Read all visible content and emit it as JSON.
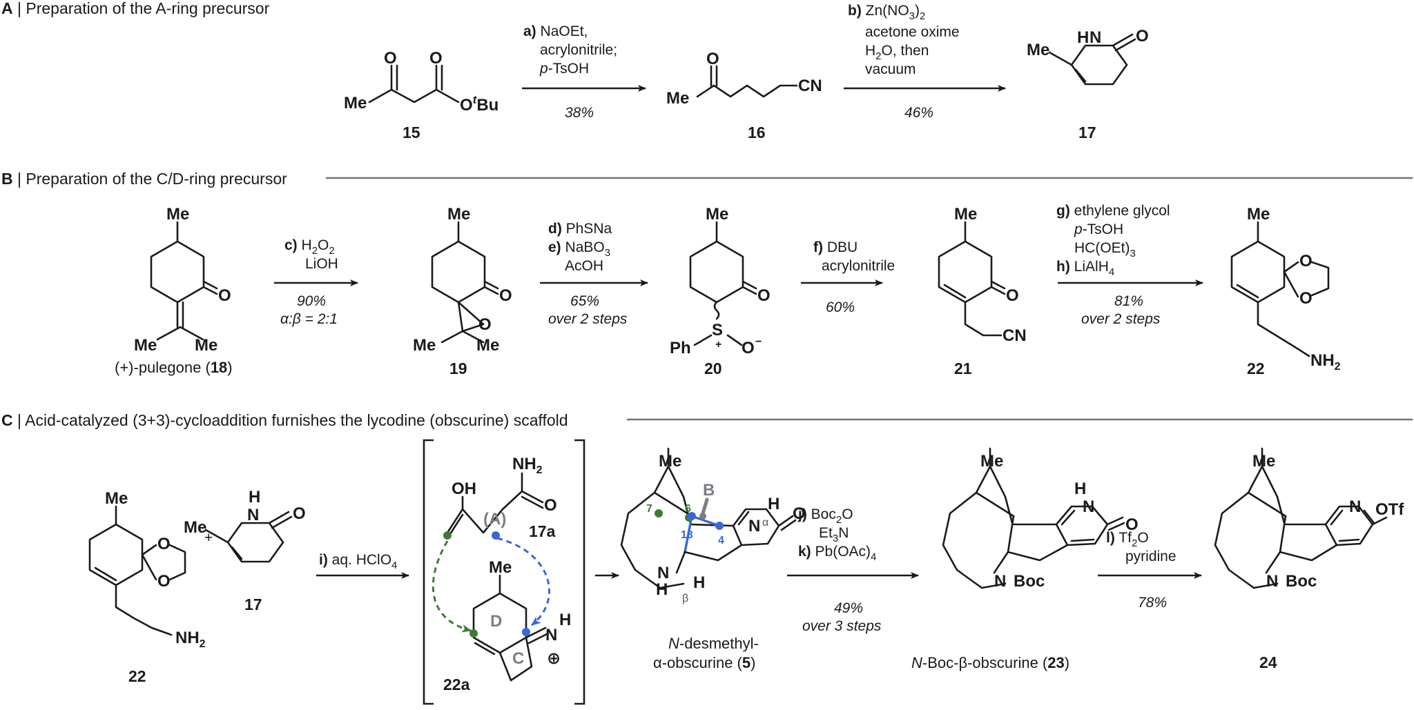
{
  "sections": [
    {
      "letter": "A",
      "sep": " | ",
      "title": "Preparation of the A-ring precursor"
    },
    {
      "letter": "B",
      "sep": " | ",
      "title": "Preparation of the C/D-ring precursor"
    },
    {
      "letter": "C",
      "sep": " | ",
      "title": "Acid-catalyzed (3+3)-cycloaddition furnishes the lycodine (obscurine) scaffold"
    }
  ],
  "compounds": {
    "c15": "15",
    "c16": "16",
    "c17": "17",
    "c19": "19",
    "c20": "20",
    "c21": "21",
    "c22": "22",
    "c22b": "22",
    "c17b": "17",
    "c17a": "17a",
    "c22a": "22a",
    "c24": "24"
  },
  "names": {
    "pulegone_pre": "(+)-pulegone (",
    "pulegone_num": "18",
    "pulegone_post": ")",
    "desmethyl_n": "N",
    "desmethyl_line1": "-desmethyl-",
    "desmethyl_line2": "α-obscurine (",
    "desmethyl_num": "5",
    "desmethyl_post": ")",
    "boc_n": "N",
    "boc_name": "-Boc-β-obscurine (",
    "boc_num": "23",
    "boc_post": ")"
  },
  "atoms": {
    "O": "O",
    "Me": "Me",
    "CN": "CN",
    "N": "N",
    "H": "H",
    "S": "S",
    "Ph": "Ph",
    "OH": "OH",
    "NH": "NH",
    "NH2_base": "NH",
    "sub2": "2",
    "t": "t",
    "Bu": "Bu",
    "Boc": "Boc",
    "OTf": "OTf",
    "plus": "+",
    "minus": "−",
    "oplus": "⊕"
  },
  "ring_labels": {
    "A": "(A)",
    "B": "B",
    "C": "C",
    "D": "D",
    "n13": "13",
    "n4": "4",
    "n6": "6",
    "n7": "7",
    "alpha": "α",
    "beta": "β"
  },
  "reagents": {
    "a_tag": "a)",
    "a1": "NaOEt,",
    "a2": "acrylonitrile;",
    "a3_p": "p",
    "a3_rest": "-TsOH",
    "a_yield": "38%",
    "b_tag": "b)",
    "b1": "Zn(NO",
    "b1_sub": "3",
    "b1_close": ")",
    "b1_sub2": "2",
    "b2": "acetone oxime",
    "b3_a": "H",
    "b3_sub": "2",
    "b3_b": "O, then",
    "b4": "vacuum",
    "b_yield": "46%",
    "c_tag": "c)",
    "c1_a": "H",
    "c1_sub": "2",
    "c1_b": "O",
    "c1_sub2": "2",
    "c2": "LiOH",
    "c_yield": "90%",
    "c_ratio": "α:β = 2:1",
    "d_tag": "d)",
    "d1": "PhSNa",
    "e_tag": "e)",
    "e1_a": "NaBO",
    "e1_sub": "3",
    "e2": "AcOH",
    "de_yield": "65%",
    "de_steps": "over 2 steps",
    "f_tag": "f)",
    "f1": "DBU",
    "f2": "acrylonitrile",
    "f_yield": "60%",
    "g_tag": "g)",
    "g1": "ethylene glycol",
    "g2_p": "p",
    "g2_rest": "-TsOH",
    "g3_a": "HC(OEt)",
    "g3_sub": "3",
    "h_tag": "h)",
    "h1_a": "LiAlH",
    "h1_sub": "4",
    "gh_yield": "81%",
    "gh_steps": "over 2 steps",
    "i_tag": "i)",
    "i1_a": "aq. HClO",
    "i1_sub": "4",
    "j_tag": "j)",
    "j1_a": "Boc",
    "j1_sub": "2",
    "j1_b": "O",
    "j2_a": "Et",
    "j2_sub": "3",
    "j2_b": "N",
    "k_tag": "k)",
    "k1_a": "Pb(OAc)",
    "k1_sub": "4",
    "jk_yield": "49%",
    "jk_steps": "over 3 steps",
    "l_tag": "l)",
    "l1_a": "Tf",
    "l1_sub": "2",
    "l1_b": "O",
    "l2": "pyridine",
    "l_yield": "78%"
  },
  "colors": {
    "blue": "#3a67d8",
    "green": "#3f7b35",
    "gray": "#7a7f84",
    "rule": "#6f7478"
  }
}
